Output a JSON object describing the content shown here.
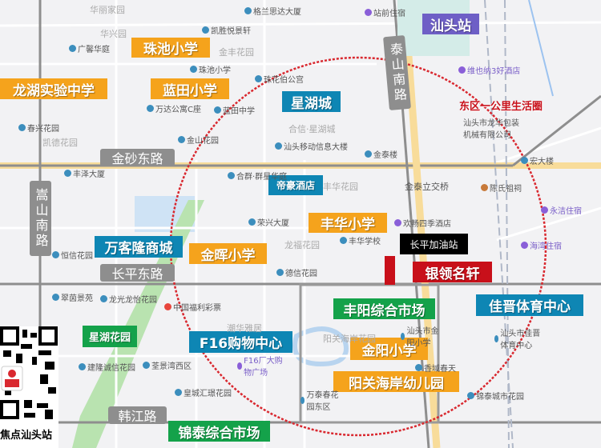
{
  "circle_label": "东区一公里生活圈",
  "colors": {
    "orange": "#f5a31c",
    "blue": "#0e86b4",
    "green": "#14a24a",
    "purple": "#6e5fc6",
    "red": "#c8101a",
    "circle": "#d9282f"
  },
  "roads": {
    "jinsha": "金砂东路",
    "changping": "长平东路",
    "songshan": "嵩山南路",
    "taishan": "泰山南路",
    "hanjiang": "韩江路"
  },
  "labels": {
    "station": "汕头站",
    "zhuchi": "珠池小学",
    "longhu": "龙湖实验中学",
    "lantian": "蓝田小学",
    "xinghucheng": "星湖城",
    "dihao": "帝豪酒店",
    "fenghua": "丰华小学",
    "wankelong": "万客隆商城",
    "jinhui": "金晖小学",
    "gas": "长平加油站",
    "yinling": "银领名轩",
    "fengyang": "丰阳综合市场",
    "jiajin": "佳晋体育中心",
    "xinghuyuan": "星湖花园",
    "f16": "F16购物中心",
    "jinyang": "金阳小学",
    "yangguan": "阳关海岸幼儿园",
    "jintai": "锦泰综合市场"
  },
  "pois": [
    "格兰思达大厦",
    "凯胜悦景轩",
    "广馨华庭",
    "珠池小学",
    "珠花伯公宫",
    "万达公寓C座",
    "蓝田中学",
    "春兴花园",
    "金山花园",
    "汕头移动信息大楼",
    "丰泽大厦",
    "合群·群星华庭",
    "荣兴大厦",
    "站前住宿",
    "维也纳3好酒店",
    "金泰楼",
    "宏大楼",
    "陈氏祖祠",
    "永洁住宿",
    "欢畅四季酒店",
    "恒信花园",
    "翠茵景苑",
    "龙光龙怡花园",
    "中国福利彩票",
    "德信花园",
    "丰华学校",
    "海湾住宿",
    "汕头市佳晋体育中心",
    "香域春天",
    "万泰春花园东区",
    "建隆诚信花园",
    "荃景湾西区",
    "F16厂大购物广场",
    "皇城汇璟花园",
    "锦泰城市花园",
    "汕头市金阳小学",
    "汕头市龙华包装机械有限公司"
  ],
  "faint": [
    "华丽家园",
    "华兴园",
    "金丰花园",
    "凯德花园",
    "合信·星湖城",
    "丰华花园",
    "金泰立交桥",
    "潮华雅居",
    "龙福花园",
    "阳关海岸花园"
  ],
  "qr": {
    "caption": "焦点汕头站"
  }
}
